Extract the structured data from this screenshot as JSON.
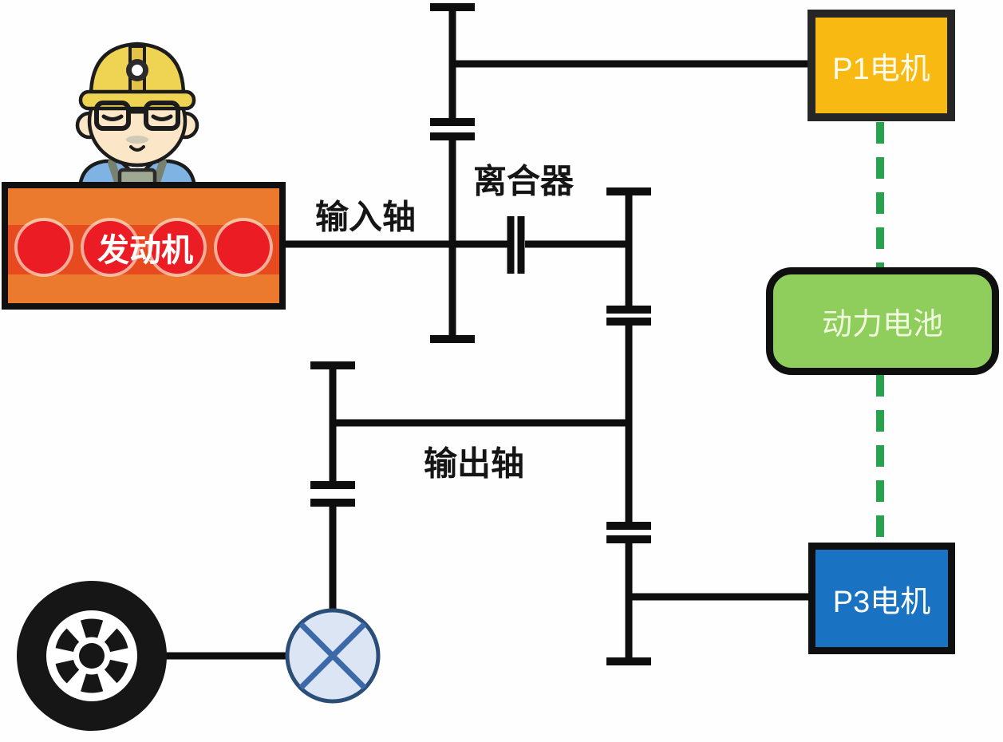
{
  "diagram": {
    "title_domain": "hybrid-powertrain-schematic",
    "background_color": "#FEFEFE",
    "line_color": "#0E0E0E",
    "electric_link_color": "#28A24C",
    "labels": {
      "input_shaft": "输入轴",
      "clutch": "离合器",
      "output_shaft": "输出轴"
    },
    "nodes": {
      "engine": {
        "label": "发动机",
        "fill": "#EC7A2E",
        "band_color": "#E64A1E",
        "cylinder_color": "#EB1C24",
        "text_color": "#FFFFFF"
      },
      "p1_motor": {
        "label": "P1电机",
        "fill": "#F8BA12",
        "text_color": "#FFFDF2"
      },
      "battery": {
        "label": "动力电池",
        "fill": "#8FCD5C",
        "text_color": "#EFFBDC"
      },
      "p3_motor": {
        "label": "P3电机",
        "fill": "#1A73C2",
        "text_color": "#FFFFFF"
      }
    },
    "icons": {
      "engineer": "engineer-avatar",
      "wheel": "wheel-icon",
      "differential": "differential-icon",
      "clutch_symbol": "clutch-icon"
    },
    "connections": [
      "engine → input shaft → clutch → gear shaft",
      "P1 motor → upper gear shaft",
      "gear shafts → output shaft → differential → wheel",
      "P3 motor → lower gear shaft",
      "P1 motor ⇢ battery ⇢ P3 motor (green dashed electric links)"
    ]
  }
}
